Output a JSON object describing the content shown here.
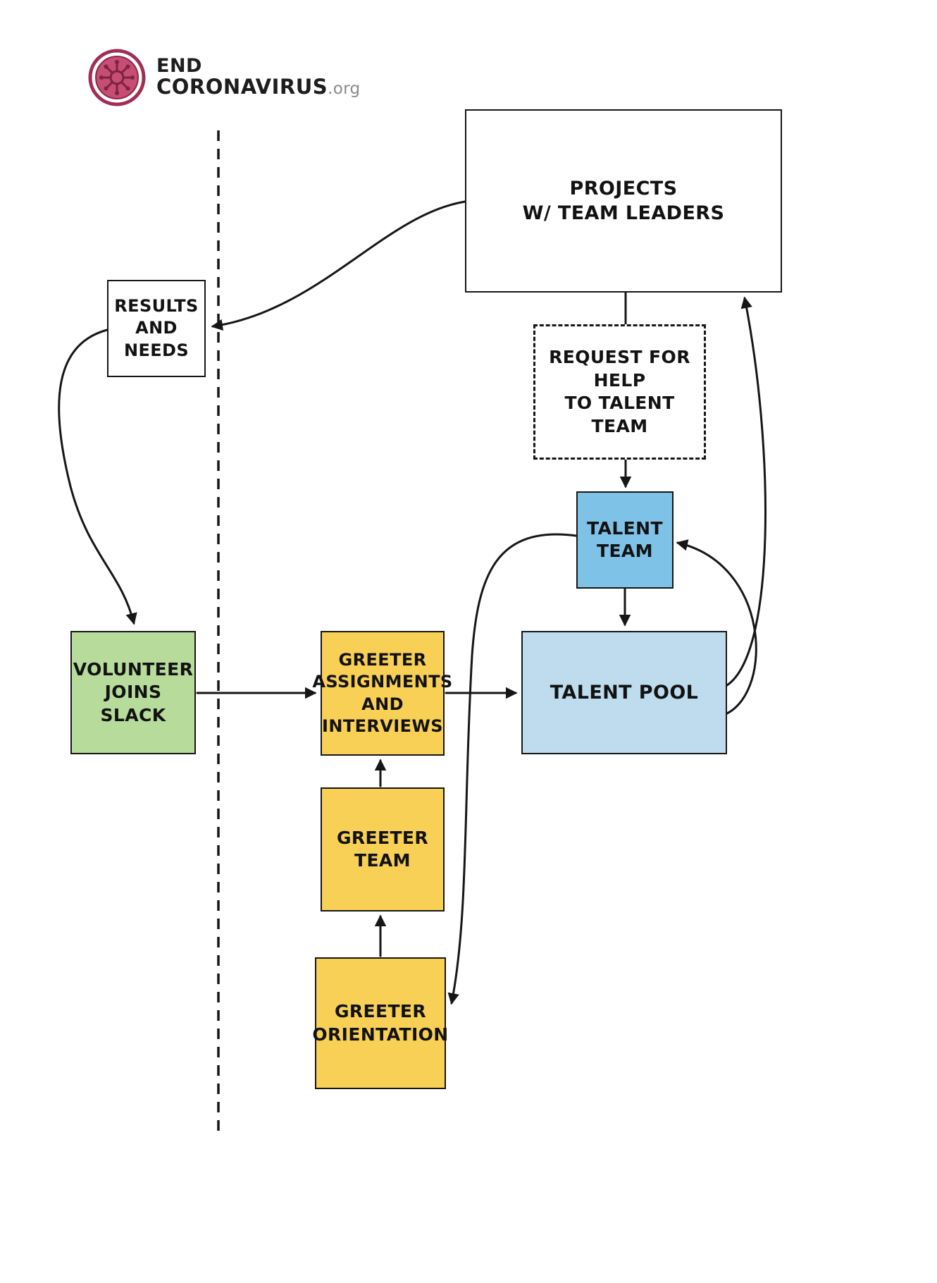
{
  "logo": {
    "word1": "END",
    "word2": "CORONAVIRUS",
    "suffix": ".org"
  },
  "colors": {
    "volunteer_green": "#b7db9b",
    "greeter_yellow": "#f8d055",
    "talent_team_blue": "#7ec2e8",
    "talent_pool_blue": "#bedcee",
    "line_black": "#161616",
    "logo_pink": "#c64d73"
  },
  "nodes": {
    "projects": {
      "label": "PROJECTS\nW/ TEAM LEADERS"
    },
    "results": {
      "label": "RESULTS\nAND NEEDS"
    },
    "request": {
      "label": "REQUEST FOR HELP\nTO TALENT TEAM"
    },
    "talent_team": {
      "label": "TALENT\nTEAM"
    },
    "volunteer": {
      "label": "VOLUNTEER\nJOINS SLACK"
    },
    "greeter_assignments": {
      "label": "GREETER\nASSIGNMENTS\nAND\nINTERVIEWS"
    },
    "talent_pool": {
      "label": "TALENT POOL"
    },
    "greeter_team": {
      "label": "GREETER\nTEAM"
    },
    "greeter_orientation": {
      "label": "GREETER\nORIENTATION"
    }
  },
  "edges": [
    {
      "name": "projects-to-results"
    },
    {
      "name": "results-to-volunteer"
    },
    {
      "name": "projects-to-request"
    },
    {
      "name": "request-to-talent-team"
    },
    {
      "name": "talent-team-to-talent-pool"
    },
    {
      "name": "talent-pool-to-projects"
    },
    {
      "name": "talent-pool-to-talent-team"
    },
    {
      "name": "talent-team-to-greeter-orientation"
    },
    {
      "name": "volunteer-to-greeter-assignments"
    },
    {
      "name": "greeter-assignments-to-talent-pool"
    },
    {
      "name": "greeter-team-to-greeter-assignments"
    },
    {
      "name": "greeter-orientation-to-greeter-team"
    }
  ]
}
